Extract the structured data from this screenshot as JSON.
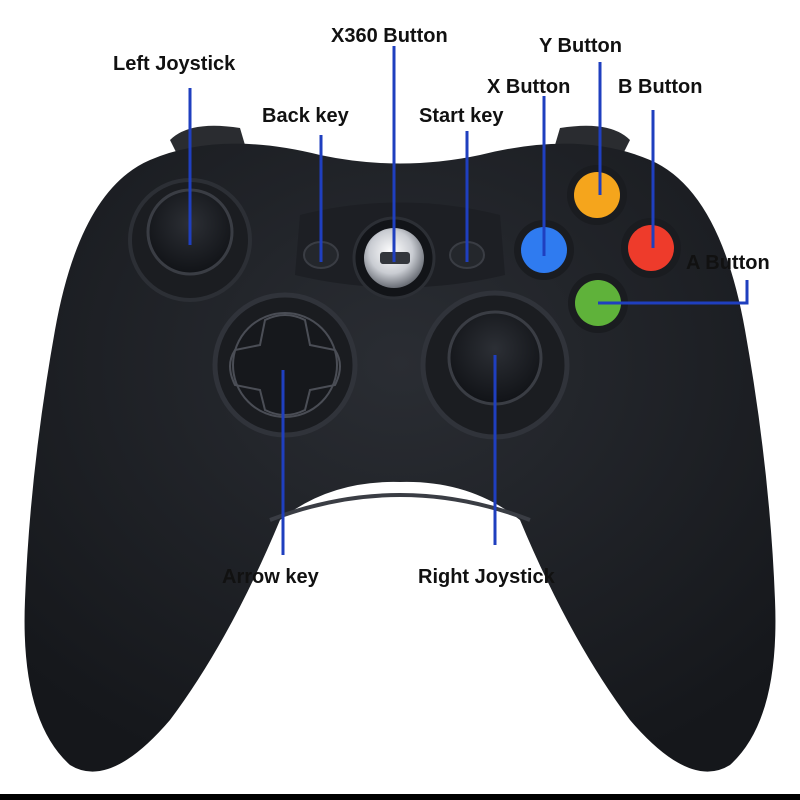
{
  "diagram": {
    "subject": "Xbox 360 wireless controller",
    "callout_color": "#1f3fbf",
    "labels": {
      "left_joystick": "Left Joystick",
      "x360_button": "X360 Button",
      "back_key": "Back key",
      "start_key": "Start key",
      "y_button": "Y Button",
      "x_button": "X Button",
      "b_button": "B Button",
      "a_button": "A Button",
      "arrow_key": "Arrow key",
      "right_joystick": "Right Joystick"
    },
    "button_colors": {
      "x": "#2f7bf0",
      "y": "#f5a51c",
      "b": "#ee3b2b",
      "a": "#5fb23a"
    }
  }
}
